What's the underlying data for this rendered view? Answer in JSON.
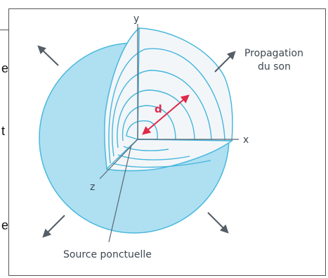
{
  "figure": {
    "labels": {
      "propagation_line1": "Propagation",
      "propagation_line2": "du son",
      "source": "Source ponctuelle",
      "distance": "d",
      "axis_x": "x",
      "axis_y": "y",
      "axis_z": "z"
    },
    "colors": {
      "sphere_fill": "#aee0f2",
      "sphere_stroke": "#4ab8dd",
      "inner_fill": "#f3f6f9",
      "wave_stroke": "#45b6dc",
      "axis": "#5a6570",
      "arrow": "#555e66",
      "distance_arrow": "#e0294a",
      "text": "#3d4750"
    }
  },
  "page_edge": {
    "letters": [
      "e",
      "t",
      "e"
    ]
  }
}
